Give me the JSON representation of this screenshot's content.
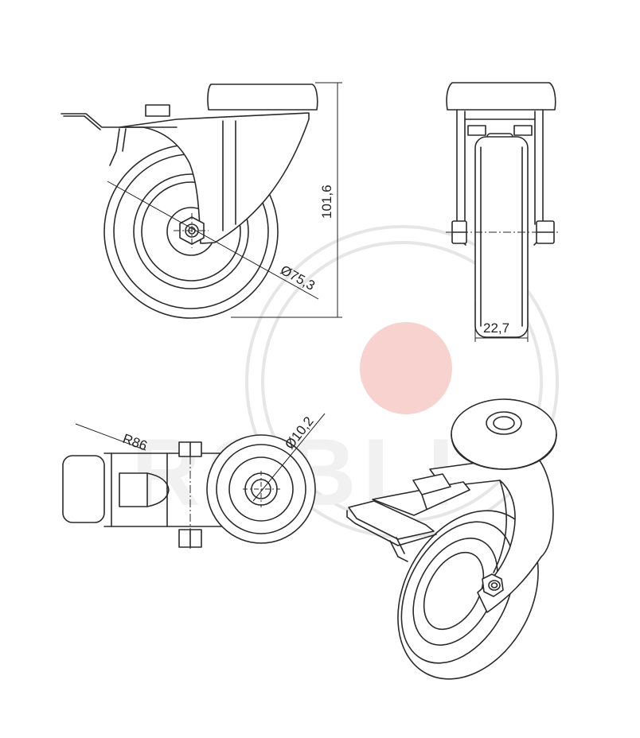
{
  "dimensions": {
    "height": "101,6",
    "wheel_diameter": "Ø75,3",
    "wheel_width": "22,7",
    "bore_diameter": "Ø10,2",
    "swivel_radius": "R86"
  },
  "watermark": {
    "text": "ROBLI",
    "dot_color": "#f7d2cf",
    "ring_color": "#e6e6e6"
  },
  "line_color": "#2a2a2a"
}
